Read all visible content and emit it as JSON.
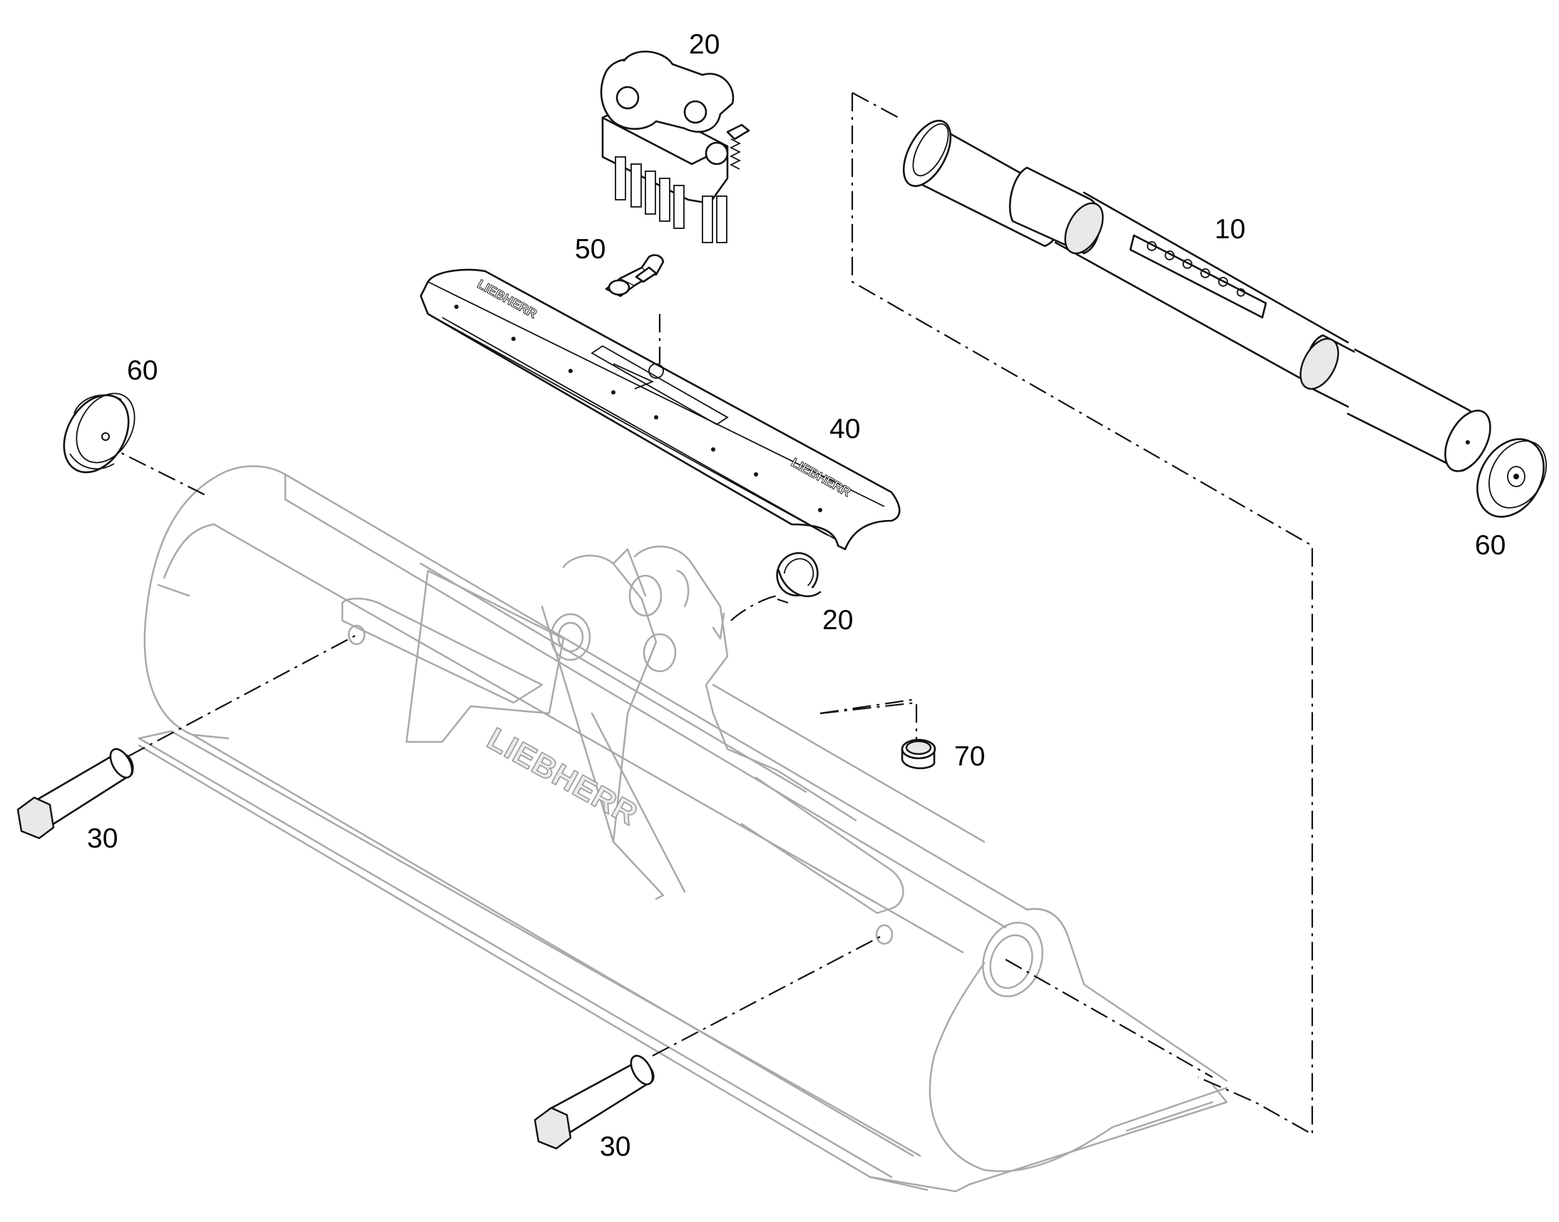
{
  "diagram": {
    "brand_mark": "LIEBHERR",
    "callouts": [
      {
        "id": "callout-20-top",
        "text": "20"
      },
      {
        "id": "callout-10",
        "text": "10"
      },
      {
        "id": "callout-50",
        "text": "50"
      },
      {
        "id": "callout-60-left",
        "text": "60"
      },
      {
        "id": "callout-40",
        "text": "40"
      },
      {
        "id": "callout-60-right",
        "text": "60"
      },
      {
        "id": "callout-20-mid",
        "text": "20"
      },
      {
        "id": "callout-70",
        "text": "70"
      },
      {
        "id": "callout-30-left",
        "text": "30"
      },
      {
        "id": "callout-30-bottom",
        "text": "30"
      }
    ]
  }
}
